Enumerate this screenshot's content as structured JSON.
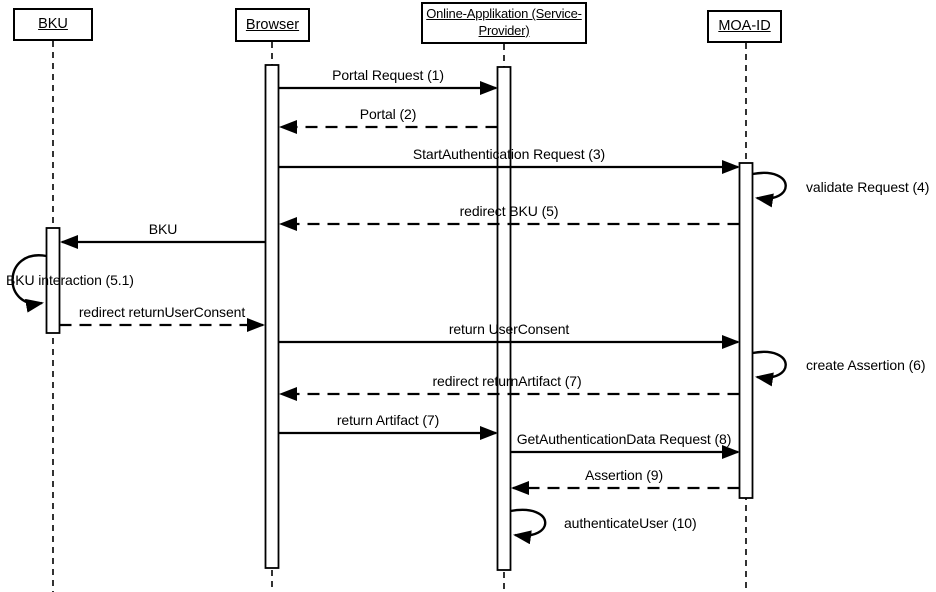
{
  "diagram": {
    "type": "uml-sequence-diagram",
    "colors": {
      "line": "#000000",
      "background": "#ffffff"
    },
    "actors": [
      {
        "id": "bku",
        "lines": [
          "BKU"
        ]
      },
      {
        "id": "browser",
        "lines": [
          "Browser"
        ]
      },
      {
        "id": "online_app",
        "lines": [
          "Online-Applikation (Service-",
          "Provider)"
        ]
      },
      {
        "id": "moa_id",
        "lines": [
          "MOA-ID"
        ]
      }
    ],
    "messages": [
      {
        "label": "Portal Request (1)",
        "from": "browser",
        "to": "online_app",
        "kind": "solid"
      },
      {
        "label": "Portal (2)",
        "from": "online_app",
        "to": "browser",
        "kind": "dashed"
      },
      {
        "label": "StartAuthentication Request (3)",
        "from": "browser",
        "to": "moa_id",
        "kind": "solid"
      },
      {
        "label": "validate Request (4)",
        "from": "moa_id",
        "to": "moa_id",
        "kind": "self"
      },
      {
        "label": "redirect BKU (5)",
        "from": "moa_id",
        "to": "browser",
        "kind": "dashed"
      },
      {
        "label": "BKU",
        "from": "browser",
        "to": "bku",
        "kind": "solid"
      },
      {
        "label": "BKU interaction (5.1)",
        "from": "bku",
        "to": "bku",
        "kind": "self"
      },
      {
        "label": "redirect returnUserConsent",
        "from": "bku",
        "to": "browser",
        "kind": "dashed"
      },
      {
        "label": "return UserConsent",
        "from": "browser",
        "to": "moa_id",
        "kind": "solid"
      },
      {
        "label": "create Assertion (6)",
        "from": "moa_id",
        "to": "moa_id",
        "kind": "self"
      },
      {
        "label": "redirect returnArtifact (7)",
        "from": "moa_id",
        "to": "browser",
        "kind": "dashed"
      },
      {
        "label": "return Artifact (7)",
        "from": "browser",
        "to": "online_app",
        "kind": "solid"
      },
      {
        "label": "GetAuthenticationData Request (8)",
        "from": "online_app",
        "to": "moa_id",
        "kind": "solid"
      },
      {
        "label": "Assertion (9)",
        "from": "moa_id",
        "to": "online_app",
        "kind": "dashed"
      },
      {
        "label": "authenticateUser (10)",
        "from": "online_app",
        "to": "online_app",
        "kind": "self"
      }
    ]
  }
}
